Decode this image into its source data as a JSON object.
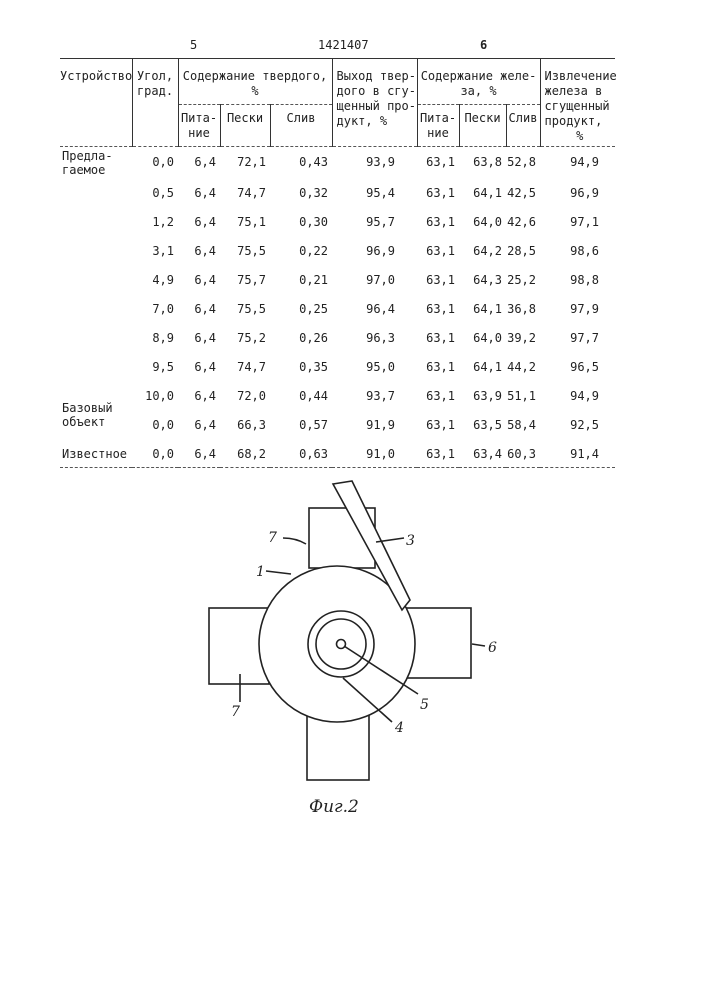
{
  "page_header": {
    "left_page": "5",
    "patent_number": "1421407",
    "right_page": "6"
  },
  "table": {
    "headers": {
      "device": "Устройство",
      "angle": [
        "Угол,",
        "град."
      ],
      "solids": [
        "Содержание твердого,",
        "%"
      ],
      "solids_sub": {
        "feed": [
          "Пита-",
          "ние"
        ],
        "sands": "Пески",
        "overflow": "Слив"
      },
      "yield": [
        "Выход твер-",
        "дого в сгу-",
        "щенный про-",
        "дукт, %"
      ],
      "iron": [
        "Содержание желе-",
        "за, %"
      ],
      "iron_sub": {
        "feed": [
          "Пита-",
          "ние"
        ],
        "sands": "Пески",
        "overflow": "Слив"
      },
      "recovery": [
        "Извлечение",
        "железа в",
        "сгущенный",
        "продукт,",
        "%"
      ]
    },
    "rows": [
      {
        "device": "Предла-\nгаемое",
        "angle": "0,0",
        "solids_feed": "6,4",
        "solids_sands": "72,1",
        "solids_overflow": "0,43",
        "yield": "93,9",
        "iron_feed": "63,1",
        "iron_sands": "63,8",
        "iron_overflow": "52,8",
        "recovery": "94,9"
      },
      {
        "device": "",
        "angle": "0,5",
        "solids_feed": "6,4",
        "solids_sands": "74,7",
        "solids_overflow": "0,32",
        "yield": "95,4",
        "iron_feed": "63,1",
        "iron_sands": "64,1",
        "iron_overflow": "42,5",
        "recovery": "96,9"
      },
      {
        "device": "",
        "angle": "1,2",
        "solids_feed": "6,4",
        "solids_sands": "75,1",
        "solids_overflow": "0,30",
        "yield": "95,7",
        "iron_feed": "63,1",
        "iron_sands": "64,0",
        "iron_overflow": "42,6",
        "recovery": "97,1"
      },
      {
        "device": "",
        "angle": "3,1",
        "solids_feed": "6,4",
        "solids_sands": "75,5",
        "solids_overflow": "0,22",
        "yield": "96,9",
        "iron_feed": "63,1",
        "iron_sands": "64,2",
        "iron_overflow": "28,5",
        "recovery": "98,6"
      },
      {
        "device": "",
        "angle": "4,9",
        "solids_feed": "6,4",
        "solids_sands": "75,7",
        "solids_overflow": "0,21",
        "yield": "97,0",
        "iron_feed": "63,1",
        "iron_sands": "64,3",
        "iron_overflow": "25,2",
        "recovery": "98,8"
      },
      {
        "device": "",
        "angle": "7,0",
        "solids_feed": "6,4",
        "solids_sands": "75,5",
        "solids_overflow": "0,25",
        "yield": "96,4",
        "iron_feed": "63,1",
        "iron_sands": "64,1",
        "iron_overflow": "36,8",
        "recovery": "97,9"
      },
      {
        "device": "",
        "angle": "8,9",
        "solids_feed": "6,4",
        "solids_sands": "75,2",
        "solids_overflow": "0,26",
        "yield": "96,3",
        "iron_feed": "63,1",
        "iron_sands": "64,0",
        "iron_overflow": "39,2",
        "recovery": "97,7"
      },
      {
        "device": "",
        "angle": "9,5",
        "solids_feed": "6,4",
        "solids_sands": "74,7",
        "solids_overflow": "0,35",
        "yield": "95,0",
        "iron_feed": "63,1",
        "iron_sands": "64,1",
        "iron_overflow": "44,2",
        "recovery": "96,5"
      },
      {
        "device": "",
        "angle": "10,0",
        "solids_feed": "6,4",
        "solids_sands": "72,0",
        "solids_overflow": "0,44",
        "yield": "93,7",
        "iron_feed": "63,1",
        "iron_sands": "63,9",
        "iron_overflow": "51,1",
        "recovery": "94,9"
      },
      {
        "device": "Базовый\nобъект",
        "angle": "0,0",
        "solids_feed": "6,4",
        "solids_sands": "66,3",
        "solids_overflow": "0,57",
        "yield": "91,9",
        "iron_feed": "63,1",
        "iron_sands": "63,5",
        "iron_overflow": "58,4",
        "recovery": "92,5"
      },
      {
        "device": "Известное",
        "angle": "0,0",
        "solids_feed": "6,4",
        "solids_sands": "68,2",
        "solids_overflow": "0,63",
        "yield": "91,0",
        "iron_feed": "63,1",
        "iron_sands": "63,4",
        "iron_overflow": "60,3",
        "recovery": "91,4"
      }
    ]
  },
  "figure": {
    "caption": "Фиг.2",
    "labels": {
      "l1": "1",
      "l3": "3",
      "l4": "4",
      "l5": "5",
      "l6": "6",
      "l7_top": "7",
      "l7_left": "7"
    }
  }
}
